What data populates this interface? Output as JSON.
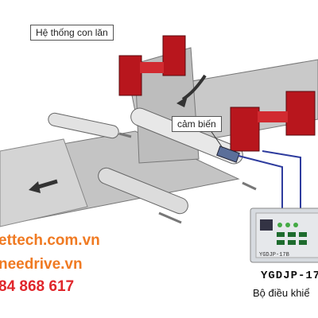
{
  "labels": {
    "roller_system": "Hệ thống con lăn",
    "sensor": "cảm biến",
    "model": "YGDJP-17",
    "controller": "Bộ điều khiể",
    "panel_model": "YGDJP-17B"
  },
  "watermarks": [
    {
      "text": "ettech.com.vn"
    },
    {
      "text": "needrive.vn"
    },
    {
      "text": "84 868 617"
    }
  ],
  "colors": {
    "watermark_orange": "#f07a22",
    "watermark_red": "#e0262b",
    "roller_frame_red": "#b8161d",
    "signal_line_blue": "#2e3c9e"
  }
}
